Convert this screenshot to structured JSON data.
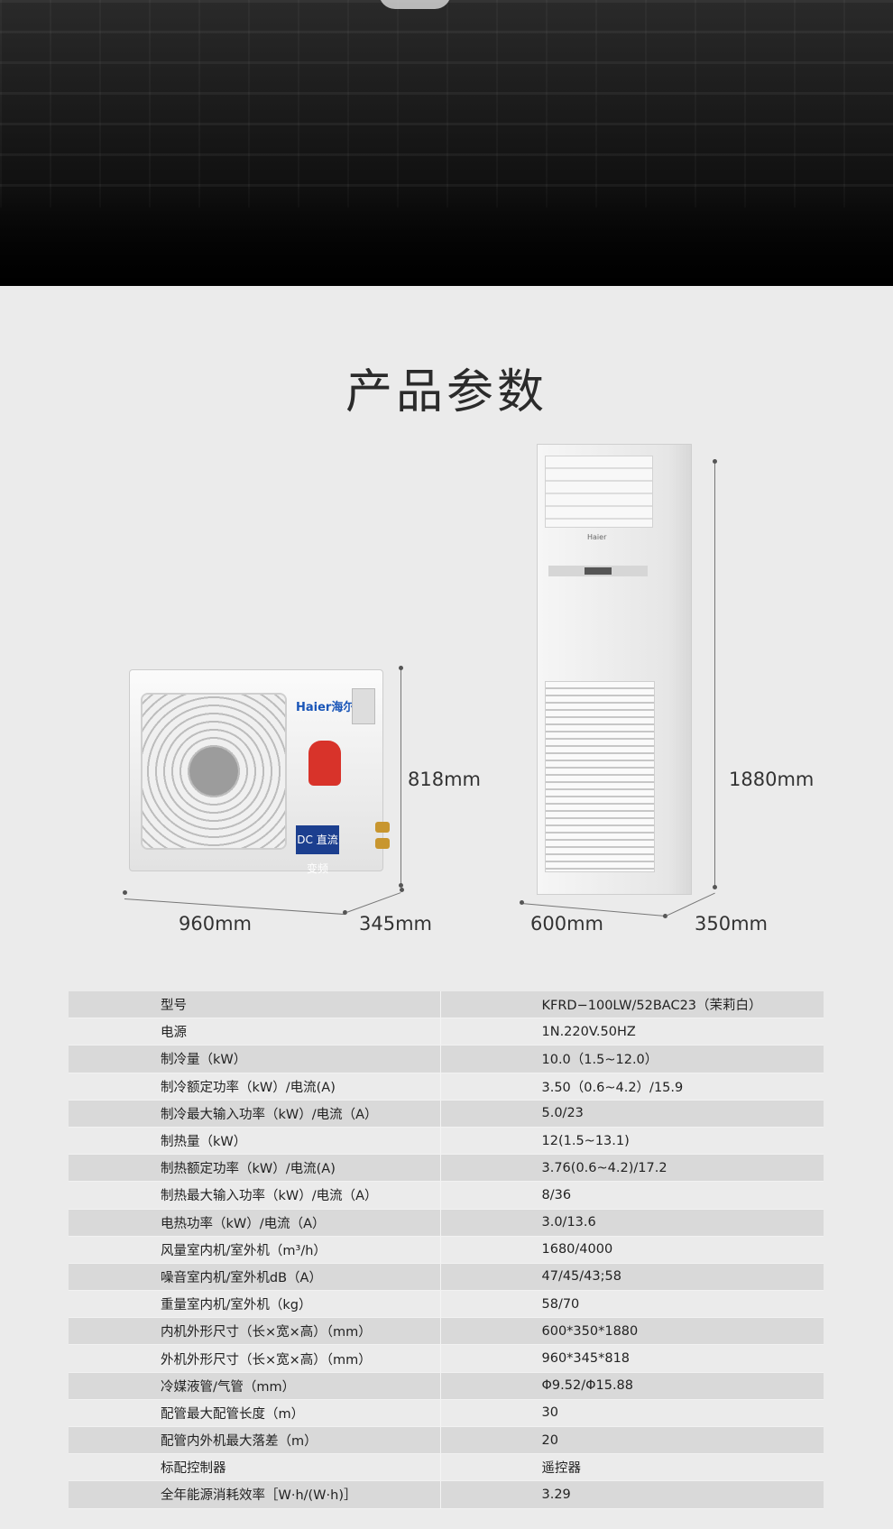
{
  "title": "产品参数",
  "dimensions": {
    "outdoor_height": "818mm",
    "outdoor_width": "960mm",
    "outdoor_depth": "345mm",
    "indoor_height": "1880mm",
    "indoor_width": "600mm",
    "indoor_depth": "350mm"
  },
  "outdoor_unit": {
    "logo": "Haier海尔",
    "dc_badge": "DC 直流变频"
  },
  "indoor_unit": {
    "brand": "Haier"
  },
  "specs": [
    {
      "label": "型号",
      "value": "KFRD−100LW/52BAC23（茉莉白）"
    },
    {
      "label": "电源",
      "value": "1N.220V.50HZ"
    },
    {
      "label": "制冷量（kW）",
      "value": "10.0（1.5~12.0）"
    },
    {
      "label": "制冷额定功率（kW）/电流(A)",
      "value": "3.50（0.6~4.2）/15.9"
    },
    {
      "label": "制冷最大输入功率（kW）/电流（A）",
      "value": "5.0/23"
    },
    {
      "label": "制热量（kW）",
      "value": "12(1.5~13.1)"
    },
    {
      "label": "制热额定功率（kW）/电流(A)",
      "value": "3.76(0.6~4.2)/17.2"
    },
    {
      "label": "制热最大输入功率（kW）/电流（A）",
      "value": "8/36"
    },
    {
      "label": "电热功率（kW）/电流（A）",
      "value": "3.0/13.6"
    },
    {
      "label": "风量室内机/室外机（m³/h）",
      "value": "1680/4000"
    },
    {
      "label": "噪音室内机/室外机dB（A）",
      "value": "47/45/43;58"
    },
    {
      "label": "重量室内机/室外机（kg）",
      "value": "58/70"
    },
    {
      "label": "内机外形尺寸（长×宽×高）（mm）",
      "value": "600*350*1880"
    },
    {
      "label": "外机外形尺寸（长×宽×高）（mm）",
      "value": "960*345*818"
    },
    {
      "label": "冷媒液管/气管（mm）",
      "value": "Φ9.52/Φ15.88"
    },
    {
      "label": "配管最大配管长度（m）",
      "value": "30"
    },
    {
      "label": "配管内外机最大落差（m）",
      "value": "20"
    },
    {
      "label": "标配控制器",
      "value": "遥控器"
    },
    {
      "label": "全年能源消耗效率［W·h/(W·h)］",
      "value": "3.29"
    }
  ]
}
